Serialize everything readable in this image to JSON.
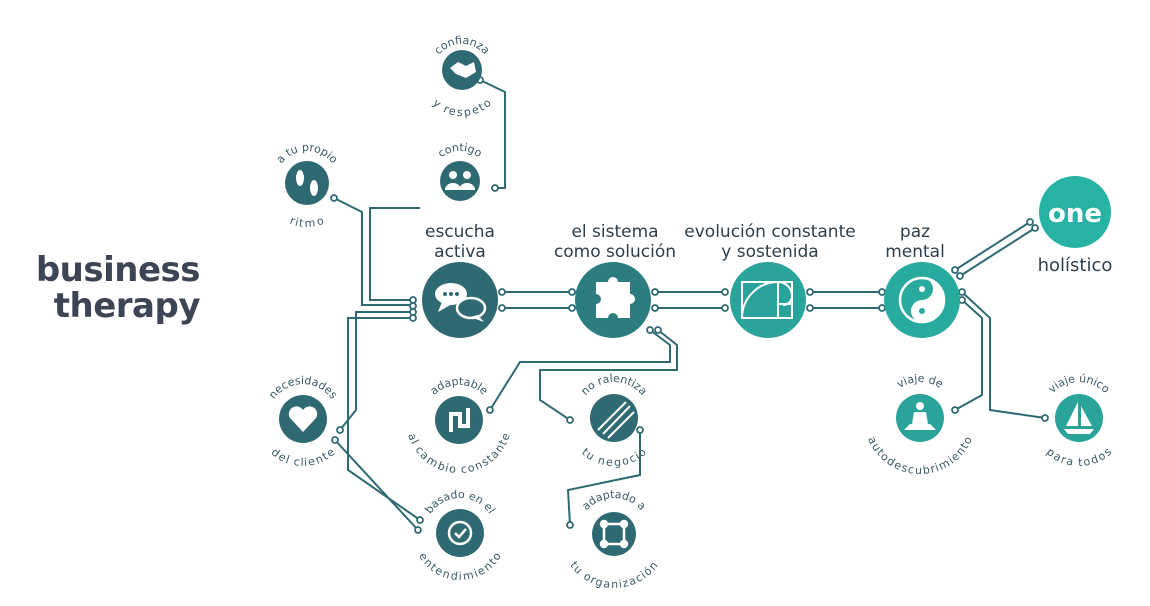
{
  "brand": {
    "line1": "business",
    "line2": "therapy"
  },
  "colors": {
    "dark": "#2f6a72",
    "teal": "#2aa39a",
    "bright": "#27b3a3",
    "text": "#3d4554",
    "line": "#2f6a72"
  },
  "main_nodes": [
    {
      "id": "escucha",
      "title_line1": "escucha",
      "title_line2": "activa",
      "icon": "speech-bubbles-icon",
      "color": "#2f6a72"
    },
    {
      "id": "sistema",
      "title_line1": "el sistema",
      "title_line2": "como solución",
      "icon": "puzzle-piece-icon",
      "color": "#2c7d80"
    },
    {
      "id": "evolucion",
      "title_line1": "evolución constante",
      "title_line2": "y sostenida",
      "icon": "golden-spiral-icon",
      "color": "#2aa39a"
    },
    {
      "id": "paz",
      "title_line1": "paz",
      "title_line2": "mental",
      "icon": "yin-yang-icon",
      "color": "#28ab9e"
    }
  ],
  "one": {
    "logo_text": "one",
    "label": "holístico"
  },
  "satellites": [
    {
      "id": "confianza",
      "line1": "confianza",
      "line2": "y respeto",
      "icon": "handshake-icon"
    },
    {
      "id": "contigo",
      "line1": "contigo",
      "line2": "",
      "icon": "people-icon"
    },
    {
      "id": "ritmo",
      "line1": "a tu propio",
      "line2": "ritmo",
      "icon": "footprints-icon"
    },
    {
      "id": "necesidades",
      "line1": "necesidades",
      "line2": "del cliente",
      "icon": "heart-icon"
    },
    {
      "id": "basado",
      "line1": "basado en el",
      "line2": "entendimiento",
      "icon": "check-badge-icon"
    },
    {
      "id": "adaptable",
      "line1": "adaptable",
      "line2": "al cambio constante",
      "icon": "adaptable-icon"
    },
    {
      "id": "ralentiza",
      "line1": "no ralentiza",
      "line2": "tu negocio",
      "icon": "no-slow-icon"
    },
    {
      "id": "adaptado",
      "line1": "adaptado a",
      "line2": "tu organización",
      "icon": "network-icon"
    },
    {
      "id": "viaje-auto",
      "line1": "viaje de",
      "line2": "autodescubrimiento",
      "icon": "meditation-icon"
    },
    {
      "id": "viaje-unico",
      "line1": "viaje único",
      "line2": "para todos",
      "icon": "sailboat-icon"
    }
  ]
}
